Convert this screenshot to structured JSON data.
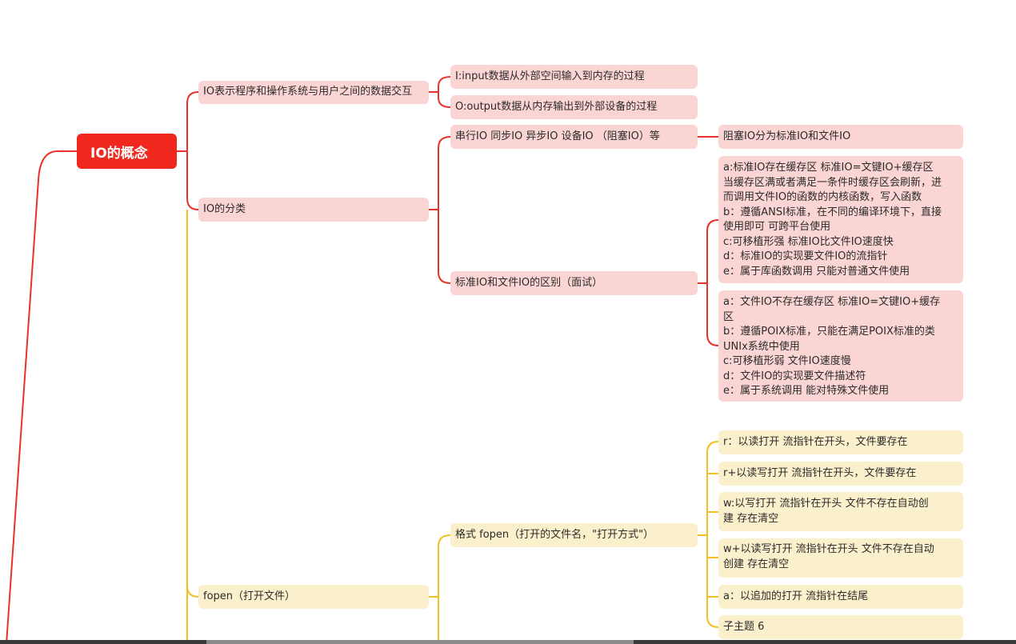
{
  "colors": {
    "root_bg": "#f0281e",
    "red_branch_line": "#e8322a",
    "red_node_bg": "#fbd5d3",
    "yellow_branch_line": "#f3c023",
    "yellow_node_bg": "#fbf0cc",
    "text": "#2b2b2b"
  },
  "root": {
    "label": "IO的概念"
  },
  "branch_io": {
    "label": "IO表示程序和操作系统与用户之间的数据交互",
    "children": [
      "I:input数据从外部空间输入到内存的过程",
      "O:output数据从内存输出到外部设备的过程"
    ]
  },
  "branch_class": {
    "label": "IO的分类",
    "serial": {
      "label": "串行IO  同步IO  异步IO  设备IO  （阻塞IO）等",
      "child": "阻塞IO分为标准IO和文件IO"
    },
    "diff": {
      "label": "标准IO和文件IO的区别（面试）",
      "std_lines": [
        "a:标准IO存在缓存区    标准IO=文键IO+缓存区",
        "当缓存区满或者满足一条件时缓存区会刷新，进",
        "而调用文件IO的函数的内核函数，写入函数",
        "b：遵循ANSI标准，在不同的编译环境下，直接",
        "使用即可 可跨平台使用",
        "c:可移植形强 标准IO比文件IO速度快",
        "d：标准IO的实现要文件IO的流指针",
        "e：属于库函数调用 只能对普通文件使用"
      ],
      "file_lines": [
        "a：文件IO不存在缓存区    标准IO=文键IO+缓存",
        "区",
        "b：遵循POIX标准，只能在满足POIX标准的类",
        "UNIx系统中使用",
        "c:可移植形弱 文件IO速度慢",
        "d：文件IO的实现要文件描述符",
        "e：属于系统调用 能对特殊文件使用"
      ]
    }
  },
  "branch_fopen": {
    "label": "fopen（打开文件）",
    "format": {
      "label": "格式 fopen（打开的文件名，\"打开方式\"）",
      "modes": [
        [
          "r：以读打开  流指针在开头，文件要存在"
        ],
        [
          "r+以读写打开  流指针在开头，文件要存在"
        ],
        [
          "w:以写打开    流指针在开头   文件不存在自动创",
          "建 存在清空"
        ],
        [
          "w+以读写打开    流指针在开头   文件不存在自动",
          "创建 存在清空"
        ],
        [
          "a：以追加的打开  流指针在结尾"
        ],
        [
          "子主题 6"
        ]
      ]
    }
  }
}
